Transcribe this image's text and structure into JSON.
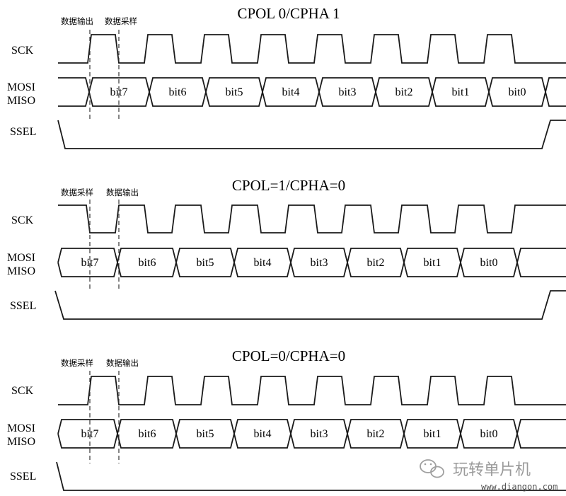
{
  "panels": [
    {
      "title": "CPOL  0/CPHA  1",
      "annotations": [
        "数据输出",
        "数据采样"
      ],
      "signals": [
        "SCK",
        "MOSI",
        "MISO",
        "SSEL"
      ],
      "sck_idle": "low",
      "bits": [
        "bit7",
        "bit6",
        "bit5",
        "bit4",
        "bit3",
        "bit2",
        "bit1",
        "bit0"
      ]
    },
    {
      "title": "CPOL=1/CPHA=0",
      "annotations": [
        "数据采样",
        "数据输出"
      ],
      "signals": [
        "SCK",
        "MOSI",
        "MISO",
        "SSEL"
      ],
      "sck_idle": "high",
      "bits": [
        "bit7",
        "bit6",
        "bit5",
        "bit4",
        "bit3",
        "bit2",
        "bit1",
        "bit0"
      ]
    },
    {
      "title": "CPOL=0/CPHA=0",
      "annotations": [
        "数据采样",
        "数据输出"
      ],
      "signals": [
        "SCK",
        "MOSI",
        "MISO",
        "SSEL"
      ],
      "sck_idle": "low",
      "bits": [
        "bit7",
        "bit6",
        "bit5",
        "bit4",
        "bit3",
        "bit2",
        "bit1",
        "bit0"
      ]
    }
  ],
  "watermark": {
    "icon": "wechat-icon",
    "text": "玩转单片机",
    "site": "www.diangon.com"
  }
}
